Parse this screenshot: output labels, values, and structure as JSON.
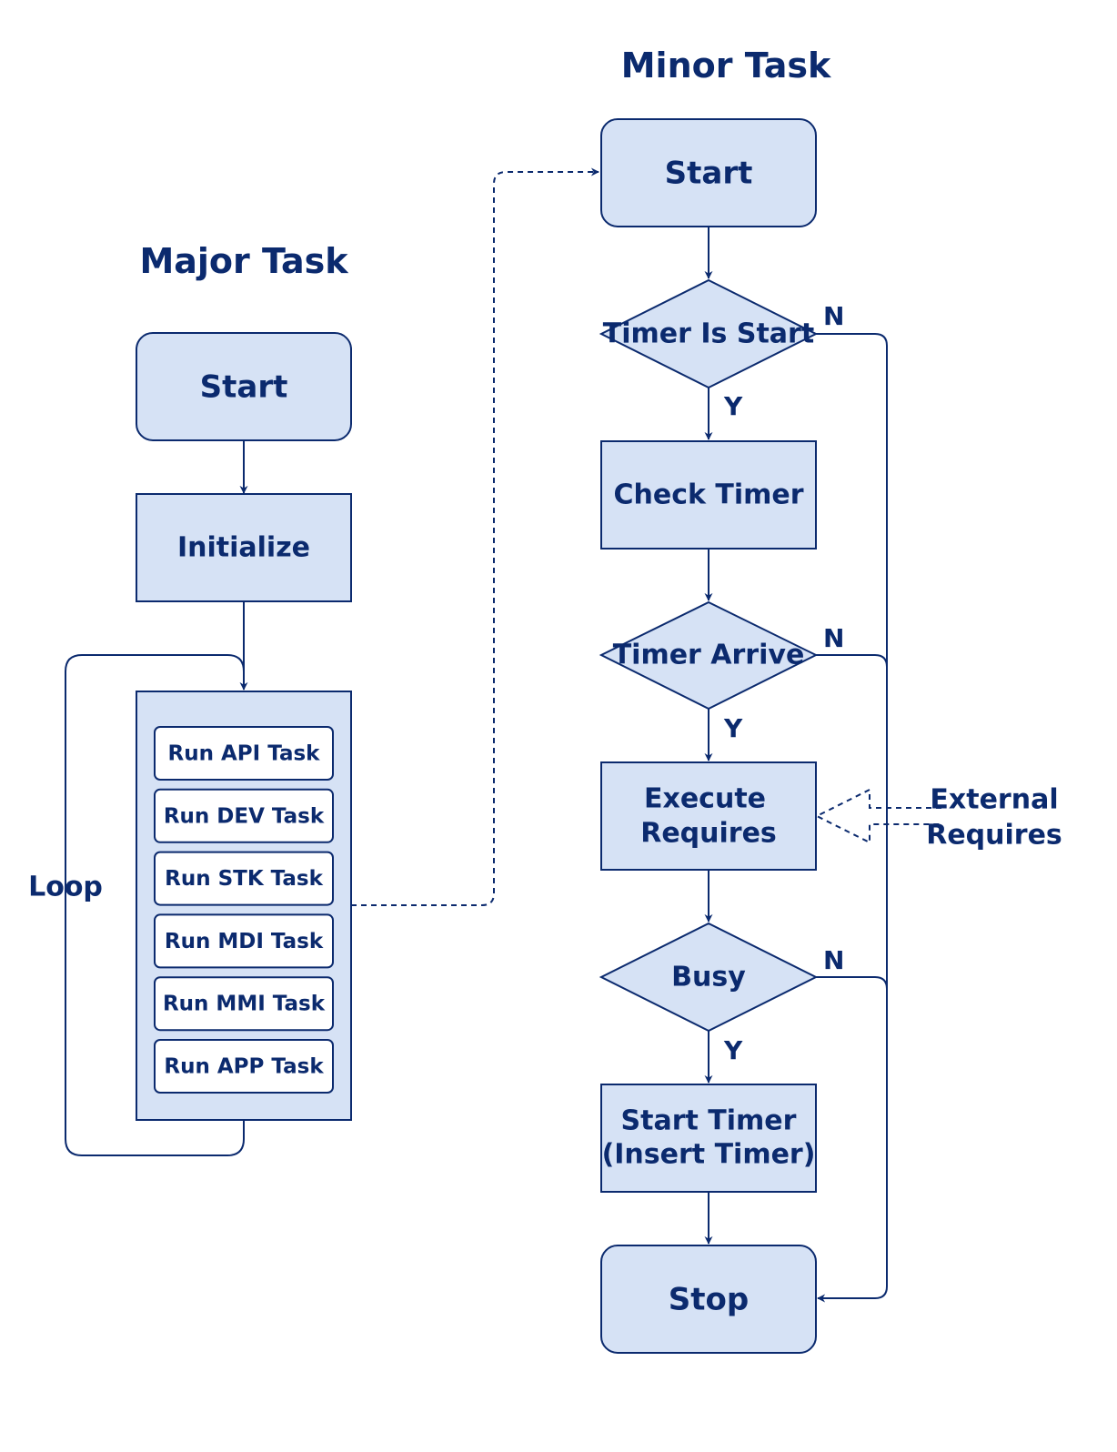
{
  "major": {
    "title": "Major Task",
    "start": "Start",
    "initialize": "Initialize",
    "tasks": [
      "Run API Task",
      "Run DEV Task",
      "Run STK Task",
      "Run MDI Task",
      "Run MMI Task",
      "Run APP Task"
    ],
    "loop": "Loop"
  },
  "minor": {
    "title": "Minor Task",
    "start": "Start",
    "timer_is_start": "Timer Is Start",
    "check_timer": "Check Timer",
    "timer_arrive": "Timer Arrive",
    "execute_line1": "Execute",
    "execute_line2": "Requires",
    "busy": "Busy",
    "start_timer_line1": "Start Timer",
    "start_timer_line2": "(Insert Timer)",
    "stop": "Stop",
    "yes": "Y",
    "no": "N"
  },
  "external": {
    "line1": "External",
    "line2": "Requires"
  },
  "colors": {
    "fill": "#d6e2f5",
    "stroke": "#0b2a6e",
    "text": "#0b2a6e"
  }
}
